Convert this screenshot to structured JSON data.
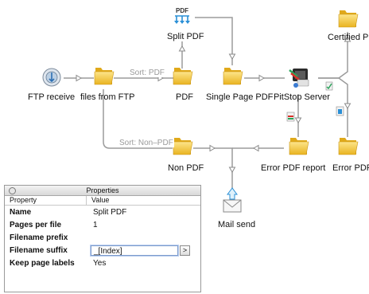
{
  "nodes": {
    "ftp_receive": "FTP receive",
    "files_from_ftp": "files from FTP",
    "pdf": "PDF",
    "split_pdf": "Split PDF",
    "single_page_pdf": "Single Page PDF",
    "pitstop_server": "PitStop Server",
    "certified_pdf": "Certified PDF",
    "non_pdf": "Non PDF",
    "error_pdf_report": "Error PDF report",
    "error_pdf": "Error PDF",
    "mail_send": "Mail send"
  },
  "icon_texts": {
    "split_pdf_badge": "PDF"
  },
  "edge_labels": {
    "sort_pdf": "Sort: PDF",
    "sort_non_pdf": "Sort: Non–PDF"
  },
  "colors": {
    "folder": "#f3c63a",
    "connector": "#9b9b9b",
    "arrow_green": "#2aa35a"
  },
  "properties": {
    "title": "Properties",
    "header_property": "Property",
    "header_value": "Value",
    "rows": [
      {
        "name": "Name",
        "value": "Split PDF"
      },
      {
        "name": "Pages per file",
        "value": "1"
      },
      {
        "name": "Filename prefix",
        "value": ""
      },
      {
        "name": "Filename suffix",
        "value": "_[Index]"
      },
      {
        "name": "Keep page labels",
        "value": "Yes"
      }
    ],
    "suffix_button": ">"
  }
}
